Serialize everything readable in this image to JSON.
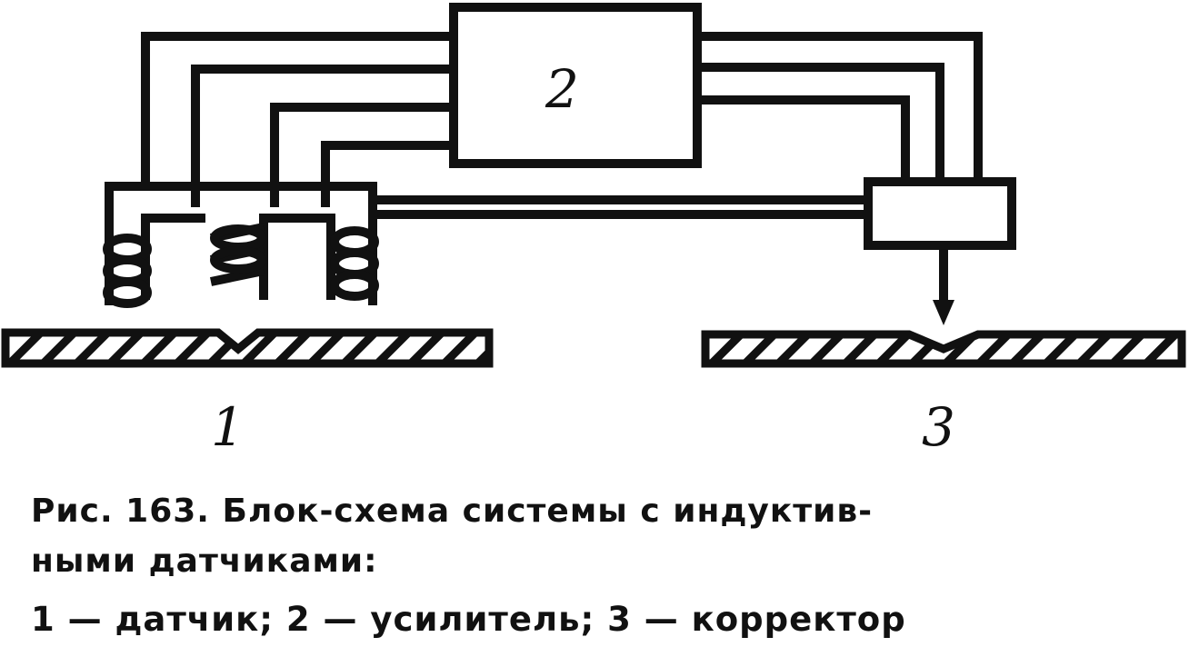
{
  "diagram": {
    "labels": {
      "sensor": "1",
      "amplifier": "2",
      "corrector": "3"
    }
  },
  "caption": {
    "line1": "Рис. 163. Блок-схема системы с индуктив-",
    "line2": "ными датчиками:",
    "line3": "1 — датчик; 2 — усилитель; 3 — корректор"
  }
}
